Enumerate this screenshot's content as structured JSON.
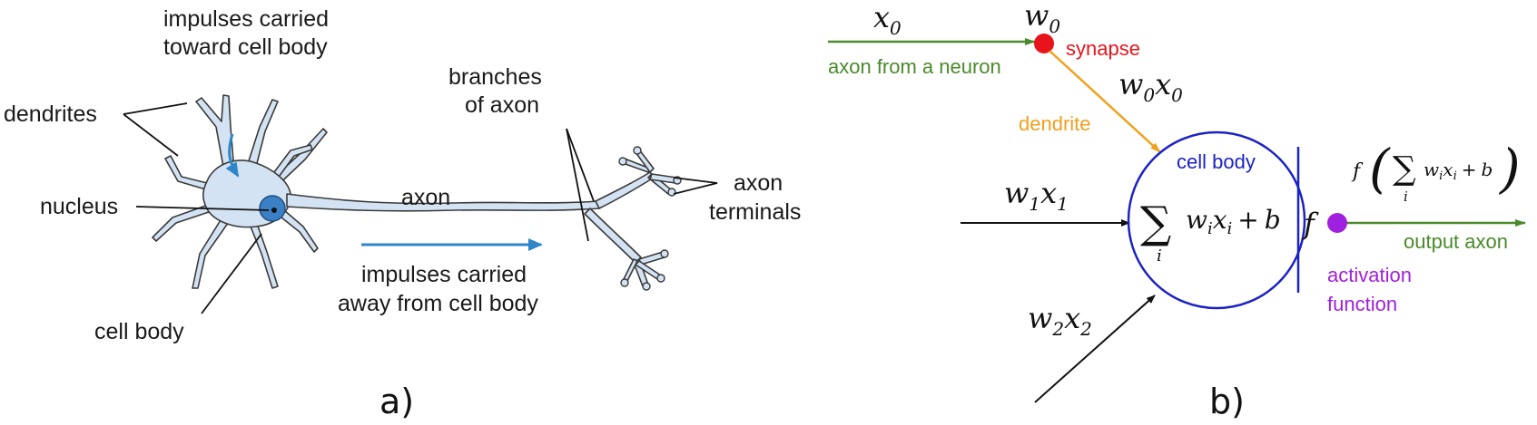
{
  "panel_a": {
    "caption": "a)",
    "labels": {
      "impulses_toward_1": "impulses carried",
      "impulses_toward_2": "toward cell body",
      "dendrites": "dendrites",
      "nucleus": "nucleus",
      "cell_body": "cell body",
      "axon": "axon",
      "branches_1": "branches",
      "branches_2": "of axon",
      "terminals_1": "axon",
      "terminals_2": "terminals",
      "impulses_away_1": "impulses carried",
      "impulses_away_2": "away from cell body"
    },
    "colors": {
      "neuron_fill": "#d4e3f3",
      "neuron_stroke": "#3a3a3a",
      "nucleus": "#3b7fc4",
      "arrow": "#2e86c8"
    }
  },
  "panel_b": {
    "caption": "b)",
    "labels": {
      "synapse": "synapse",
      "axon_from_neuron": "axon from a neuron",
      "dendrite": "dendrite",
      "cell_body": "cell body",
      "output_axon": "output axon",
      "activation_1": "activation",
      "activation_2": "function"
    },
    "math": {
      "x": "x",
      "w": "w",
      "b": "b",
      "f": "f",
      "sum": "∑",
      "i": "i",
      "zero": "0",
      "one": "1",
      "two": "2",
      "plus": "+",
      "lparen": "(",
      "rparen": ")"
    },
    "colors": {
      "green": "#4a8a2a",
      "red": "#e8141b",
      "orange": "#f0a01e",
      "blue": "#1c22c4",
      "purple": "#a020e0",
      "black": "#111111"
    }
  }
}
